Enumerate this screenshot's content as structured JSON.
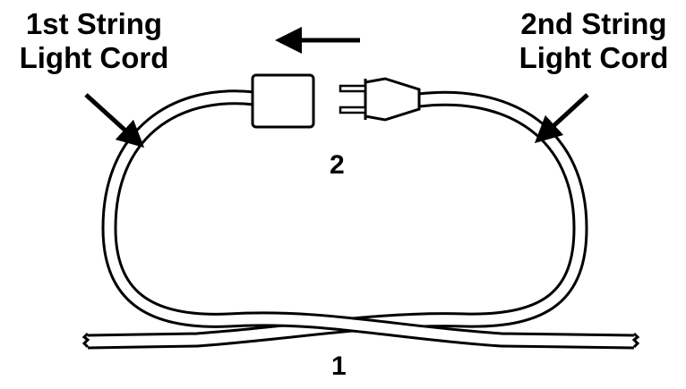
{
  "labels": {
    "first_cord": {
      "line1": "1st String",
      "line2": "Light Cord"
    },
    "second_cord": {
      "line1": "2nd String",
      "line2": "Light Cord"
    },
    "step_1": "1",
    "step_2": "2"
  },
  "colors": {
    "ink": "#000000",
    "background": "#ffffff"
  }
}
